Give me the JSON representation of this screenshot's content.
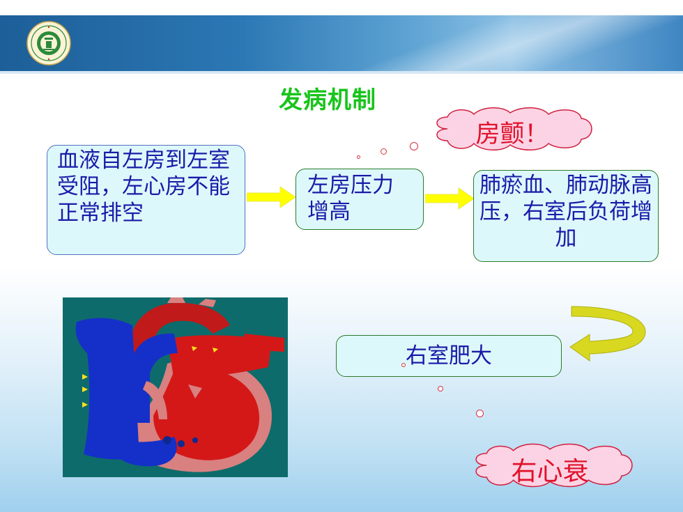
{
  "title": "发病机制",
  "box1": "血液自左房到左室受阻，左心房不能正常排空",
  "box2": "左房压力增高",
  "box3": "肺瘀血、肺动脉高压，右室后负荷增加",
  "box4": "右室肥大",
  "cloud_top": "房颤！",
  "cloud_bottom": "右心衰",
  "colors": {
    "title": "#19c41c",
    "box_text": "#1a1aa8",
    "cloud_text": "#e0122b",
    "arrow": "#ffff00"
  }
}
